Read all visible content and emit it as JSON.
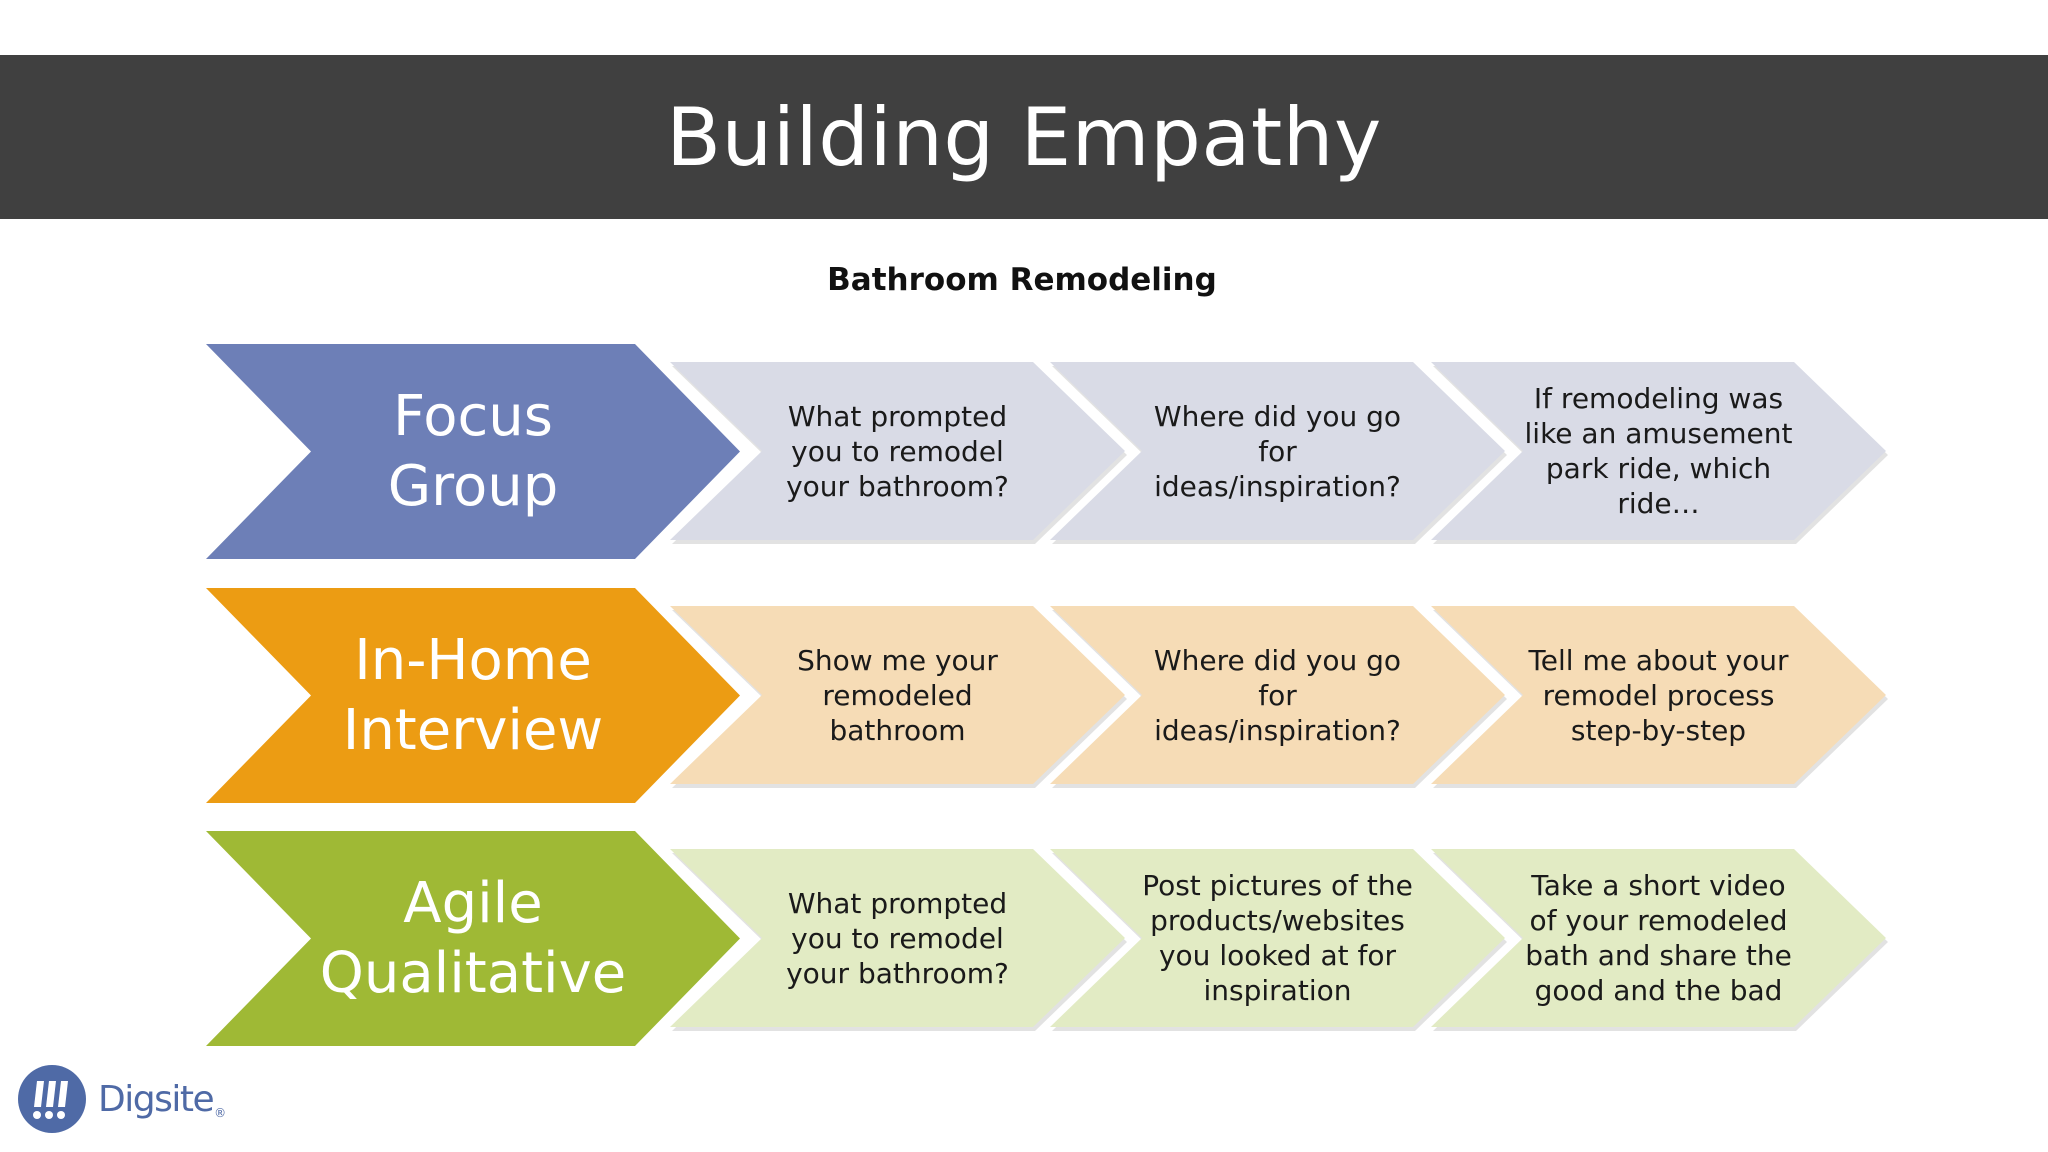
{
  "header": {
    "title": "Building Empathy"
  },
  "subtitle": "Bathroom Remodeling",
  "rows": [
    {
      "label_lines": [
        "Focus",
        "Group"
      ],
      "head_color": "#6d7fb7",
      "step_color": "#d9dbe6",
      "steps": [
        [
          "What prompted",
          "you to remodel",
          "your bathroom?"
        ],
        [
          "Where did you go",
          "for",
          "ideas/inspiration?"
        ],
        [
          "If remodeling was",
          "like an amusement",
          "park ride, which",
          "ride…"
        ]
      ]
    },
    {
      "label_lines": [
        "In-Home",
        "Interview"
      ],
      "head_color": "#ec9c13",
      "step_color": "#f6dcb6",
      "steps": [
        [
          "Show me your",
          "remodeled",
          "bathroom"
        ],
        [
          "Where did you go",
          "for",
          "ideas/inspiration?"
        ],
        [
          "Tell me about your",
          "remodel process",
          "step-by-step"
        ]
      ]
    },
    {
      "label_lines": [
        "Agile",
        "Qualitative"
      ],
      "head_color": "#9fb935",
      "step_color": "#e2ebc4",
      "steps": [
        [
          "What prompted",
          "you to remodel",
          "your bathroom?"
        ],
        [
          "Post pictures of the",
          "products/websites",
          "you looked at for",
          "inspiration"
        ],
        [
          "Take a short video",
          "of your remodeled",
          "bath and share the",
          "good and the bad"
        ]
      ]
    }
  ],
  "logo": {
    "name": "Digsite",
    "mark": "!!!",
    "reg": "®",
    "color": "#4f6aa6"
  }
}
